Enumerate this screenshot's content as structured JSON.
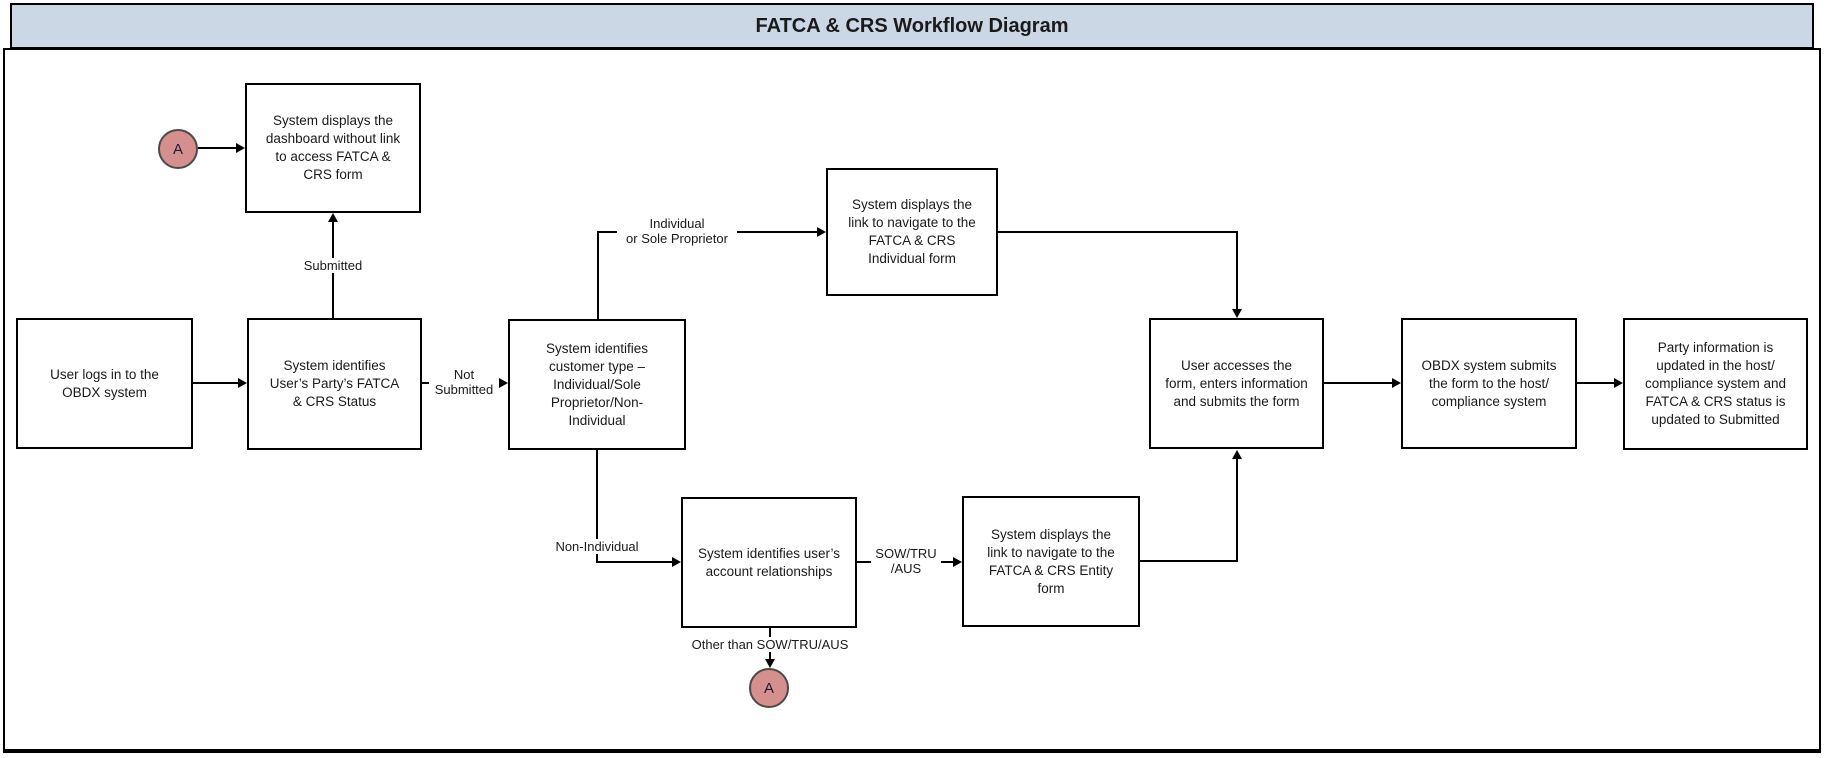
{
  "title": "FATCA & CRS Workflow Diagram",
  "colors": {
    "titlebar-fill": "#ccd7e6",
    "connector-fill": "#d5908e",
    "line-color": "#000000"
  },
  "connectors": {
    "top": "A",
    "bottom": "A"
  },
  "nodes": {
    "dashboard_no_link": "System displays the\ndashboard without link\nto access FATCA &\nCRS form",
    "user_login": "User logs in to the\nOBDX system",
    "party_status": "System identifies\nUser’s Party’s FATCA\n& CRS Status",
    "customer_type": "System identifies\ncustomer type –\nIndividual/Sole\nProprietor/Non-\nIndividual",
    "individual_form_link": "System displays the\nlink to navigate to the\nFATCA & CRS\nIndividual form",
    "account_relationships": "System identifies user’s\naccount relationships",
    "entity_form_link": "System displays the\nlink to navigate to the\nFATCA & CRS Entity\nform",
    "user_access_form": "User accesses the\nform, enters information\nand submits the form",
    "obdx_submit": "OBDX system submits\nthe form to the host/\ncompliance system",
    "party_updated": "Party information is\nupdated in the host/\ncompliance system and\nFATCA & CRS status is\nupdated to Submitted"
  },
  "labels": {
    "submitted": "Submitted",
    "not_submitted": "Not\nSubmitted",
    "individual_or_sole": "Individual\nor Sole Proprietor",
    "non_individual": "Non-Individual",
    "sow_tru_aus": "SOW/TRU\n/AUS",
    "other_than_sow": "Other than SOW/TRU/AUS"
  }
}
